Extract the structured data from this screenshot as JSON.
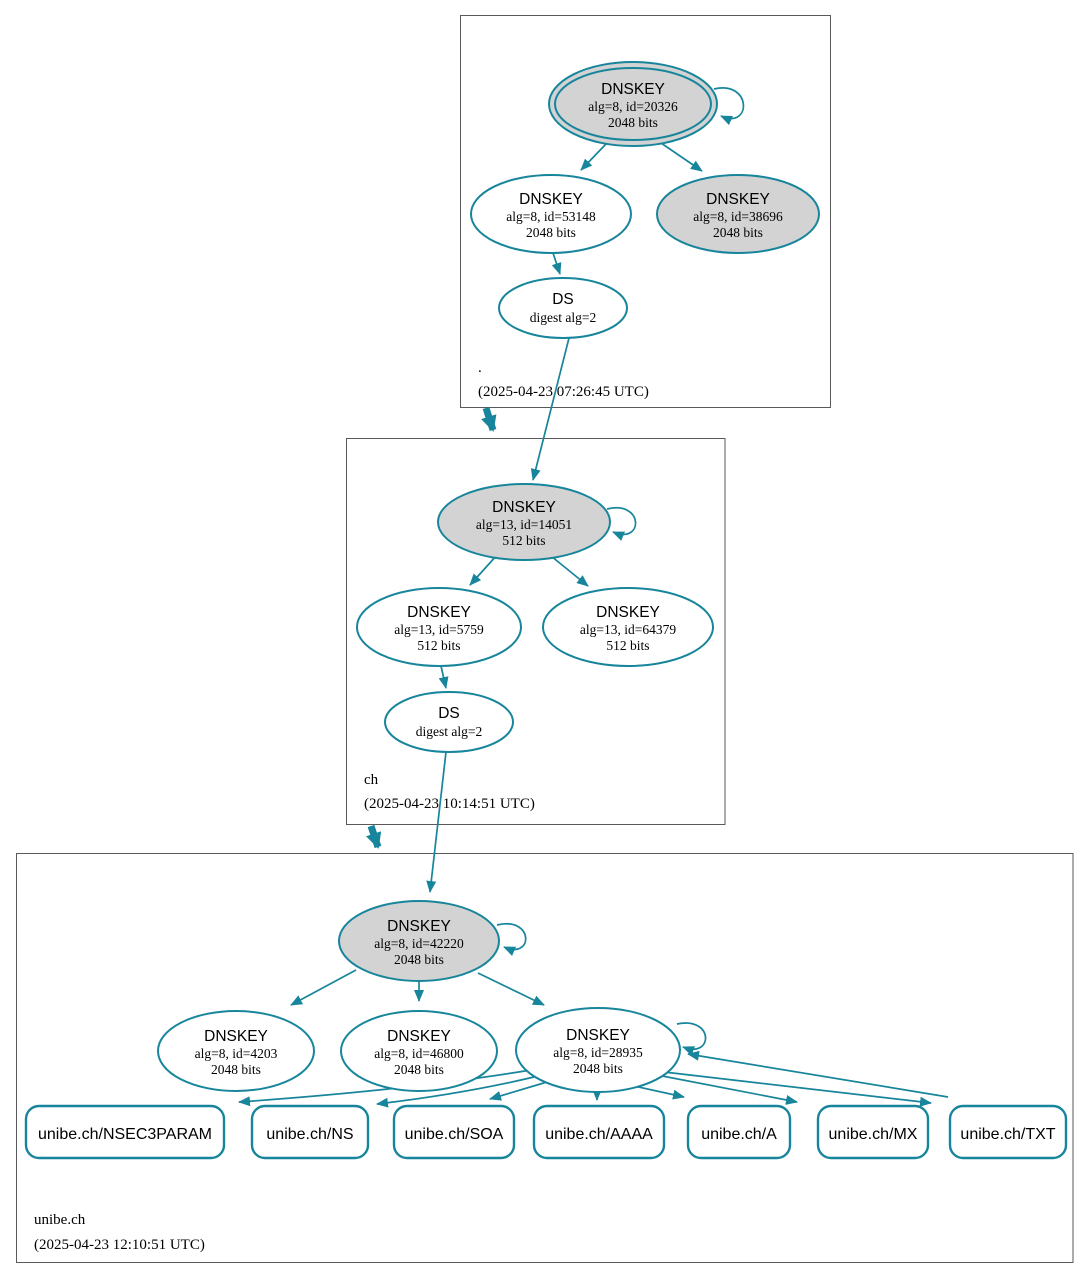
{
  "zones": {
    "root": {
      "label": ".",
      "timestamp": "(2025-04-23 07:26:45 UTC)"
    },
    "ch": {
      "label": "ch",
      "timestamp": "(2025-04-23 10:14:51 UTC)"
    },
    "unibe": {
      "label": "unibe.ch",
      "timestamp": "(2025-04-23 12:10:51 UTC)"
    }
  },
  "nodes": {
    "root_ksk_20326": {
      "type": "DNSKEY",
      "detail": "alg=8, id=20326",
      "bits": "2048 bits"
    },
    "root_zsk_53148": {
      "type": "DNSKEY",
      "detail": "alg=8, id=53148",
      "bits": "2048 bits"
    },
    "root_dnskey_38696": {
      "type": "DNSKEY",
      "detail": "alg=8, id=38696",
      "bits": "2048 bits"
    },
    "root_ds": {
      "type": "DS",
      "detail": "digest alg=2"
    },
    "ch_ksk_14051": {
      "type": "DNSKEY",
      "detail": "alg=13, id=14051",
      "bits": "512 bits"
    },
    "ch_zsk_5759": {
      "type": "DNSKEY",
      "detail": "alg=13, id=5759",
      "bits": "512 bits"
    },
    "ch_dnskey_64379": {
      "type": "DNSKEY",
      "detail": "alg=13, id=64379",
      "bits": "512 bits"
    },
    "ch_ds": {
      "type": "DS",
      "detail": "digest alg=2"
    },
    "unibe_ksk_42220": {
      "type": "DNSKEY",
      "detail": "alg=8, id=42220",
      "bits": "2048 bits"
    },
    "unibe_dnskey_4203": {
      "type": "DNSKEY",
      "detail": "alg=8, id=4203",
      "bits": "2048 bits"
    },
    "unibe_dnskey_46800": {
      "type": "DNSKEY",
      "detail": "alg=8, id=46800",
      "bits": "2048 bits"
    },
    "unibe_zsk_28935": {
      "type": "DNSKEY",
      "detail": "alg=8, id=28935",
      "bits": "2048 bits"
    }
  },
  "rrsets": {
    "nsec3param": {
      "label": "unibe.ch/NSEC3PARAM"
    },
    "ns": {
      "label": "unibe.ch/NS"
    },
    "soa": {
      "label": "unibe.ch/SOA"
    },
    "aaaa": {
      "label": "unibe.ch/AAAA"
    },
    "a": {
      "label": "unibe.ch/A"
    },
    "mx": {
      "label": "unibe.ch/MX"
    },
    "txt": {
      "label": "unibe.ch/TXT"
    }
  },
  "colors": {
    "edge_secure": "#17859b",
    "ksk_fill": "#d3d3d3",
    "node_fill": "#ffffff",
    "zone_border": "#595959",
    "text": "#000000"
  }
}
